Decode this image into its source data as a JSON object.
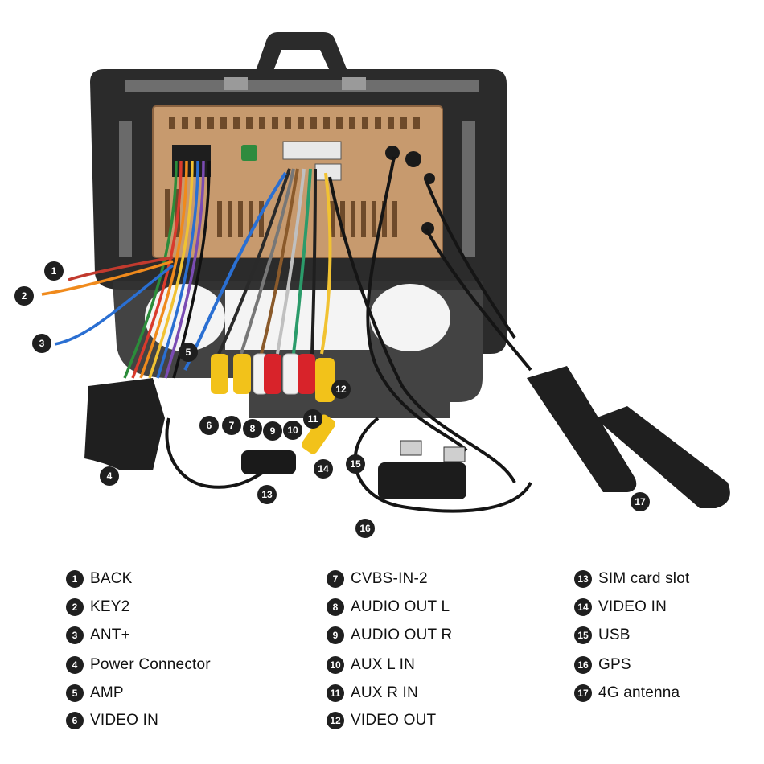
{
  "markers": [
    {
      "num": "1"
    },
    {
      "num": "2"
    },
    {
      "num": "3"
    },
    {
      "num": "4"
    },
    {
      "num": "5"
    },
    {
      "num": "6"
    },
    {
      "num": "7"
    },
    {
      "num": "8"
    },
    {
      "num": "9"
    },
    {
      "num": "10"
    },
    {
      "num": "11"
    },
    {
      "num": "12"
    },
    {
      "num": "13"
    },
    {
      "num": "14"
    },
    {
      "num": "15"
    },
    {
      "num": "16"
    },
    {
      "num": "17"
    }
  ],
  "legend": [
    {
      "num": "1",
      "label": "BACK"
    },
    {
      "num": "2",
      "label": "KEY2"
    },
    {
      "num": "3",
      "label": "ANT+"
    },
    {
      "num": "4",
      "label": "Power Connector"
    },
    {
      "num": "5",
      "label": "AMP"
    },
    {
      "num": "6",
      "label": "VIDEO IN"
    },
    {
      "num": "7",
      "label": "CVBS-IN-2"
    },
    {
      "num": "8",
      "label": "AUDIO OUT L"
    },
    {
      "num": "9",
      "label": "AUDIO OUT R"
    },
    {
      "num": "10",
      "label": "AUX L IN"
    },
    {
      "num": "11",
      "label": "AUX R IN"
    },
    {
      "num": "12",
      "label": "VIDEO OUT"
    },
    {
      "num": "13",
      "label": "SIM card slot"
    },
    {
      "num": "14",
      "label": "VIDEO IN"
    },
    {
      "num": "15",
      "label": "USB"
    },
    {
      "num": "16",
      "label": "GPS"
    },
    {
      "num": "17",
      "label": "4G antenna"
    }
  ],
  "colors": {
    "frame": "#2b2b2b",
    "board": "#c79a6e",
    "rca_yellow": "#f2c21a",
    "rca_red": "#d8232a",
    "rca_white": "#f2f2f2"
  },
  "icons": [
    "head-unit-frame",
    "copper-back-panel",
    "wire-harness",
    "rca-connectors",
    "usb-cable",
    "gps-module",
    "4g-antenna"
  ]
}
